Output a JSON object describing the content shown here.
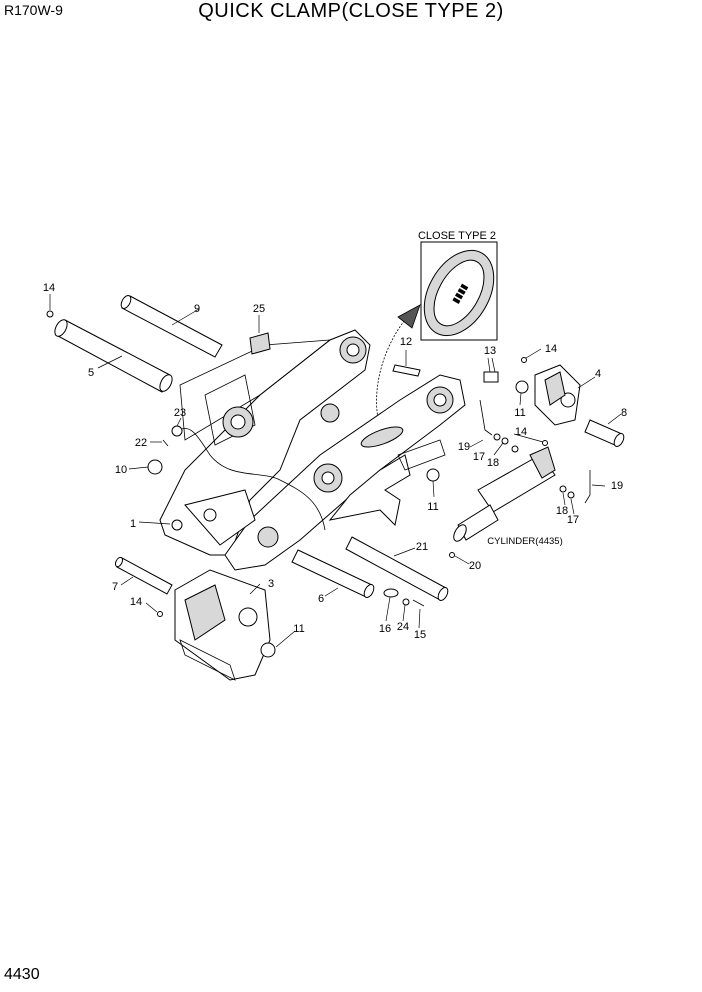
{
  "header": {
    "model": "R170W-9",
    "title": "QUICK CLAMP(CLOSE TYPE 2)"
  },
  "footer": {
    "page_number": "4430"
  },
  "diagram": {
    "inset_title": "CLOSE TYPE 2",
    "cylinder_label": "CYLINDER(4435)",
    "callouts": {
      "c1": "1",
      "c3": "3",
      "c4": "4",
      "c5": "5",
      "c6": "6",
      "c7": "7",
      "c8": "8",
      "c9": "9",
      "c10": "10",
      "c11a": "11",
      "c11b": "11",
      "c11c": "11",
      "c12": "12",
      "c13": "13",
      "c14a": "14",
      "c14b": "14",
      "c14c": "14",
      "c14d": "14",
      "c15": "15",
      "c16": "16",
      "c17a": "17",
      "c17b": "17",
      "c18a": "18",
      "c18b": "18",
      "c19a": "19",
      "c19b": "19",
      "c20": "20",
      "c21": "21",
      "c22": "22",
      "c23": "23",
      "c24": "24",
      "c25": "25"
    }
  }
}
